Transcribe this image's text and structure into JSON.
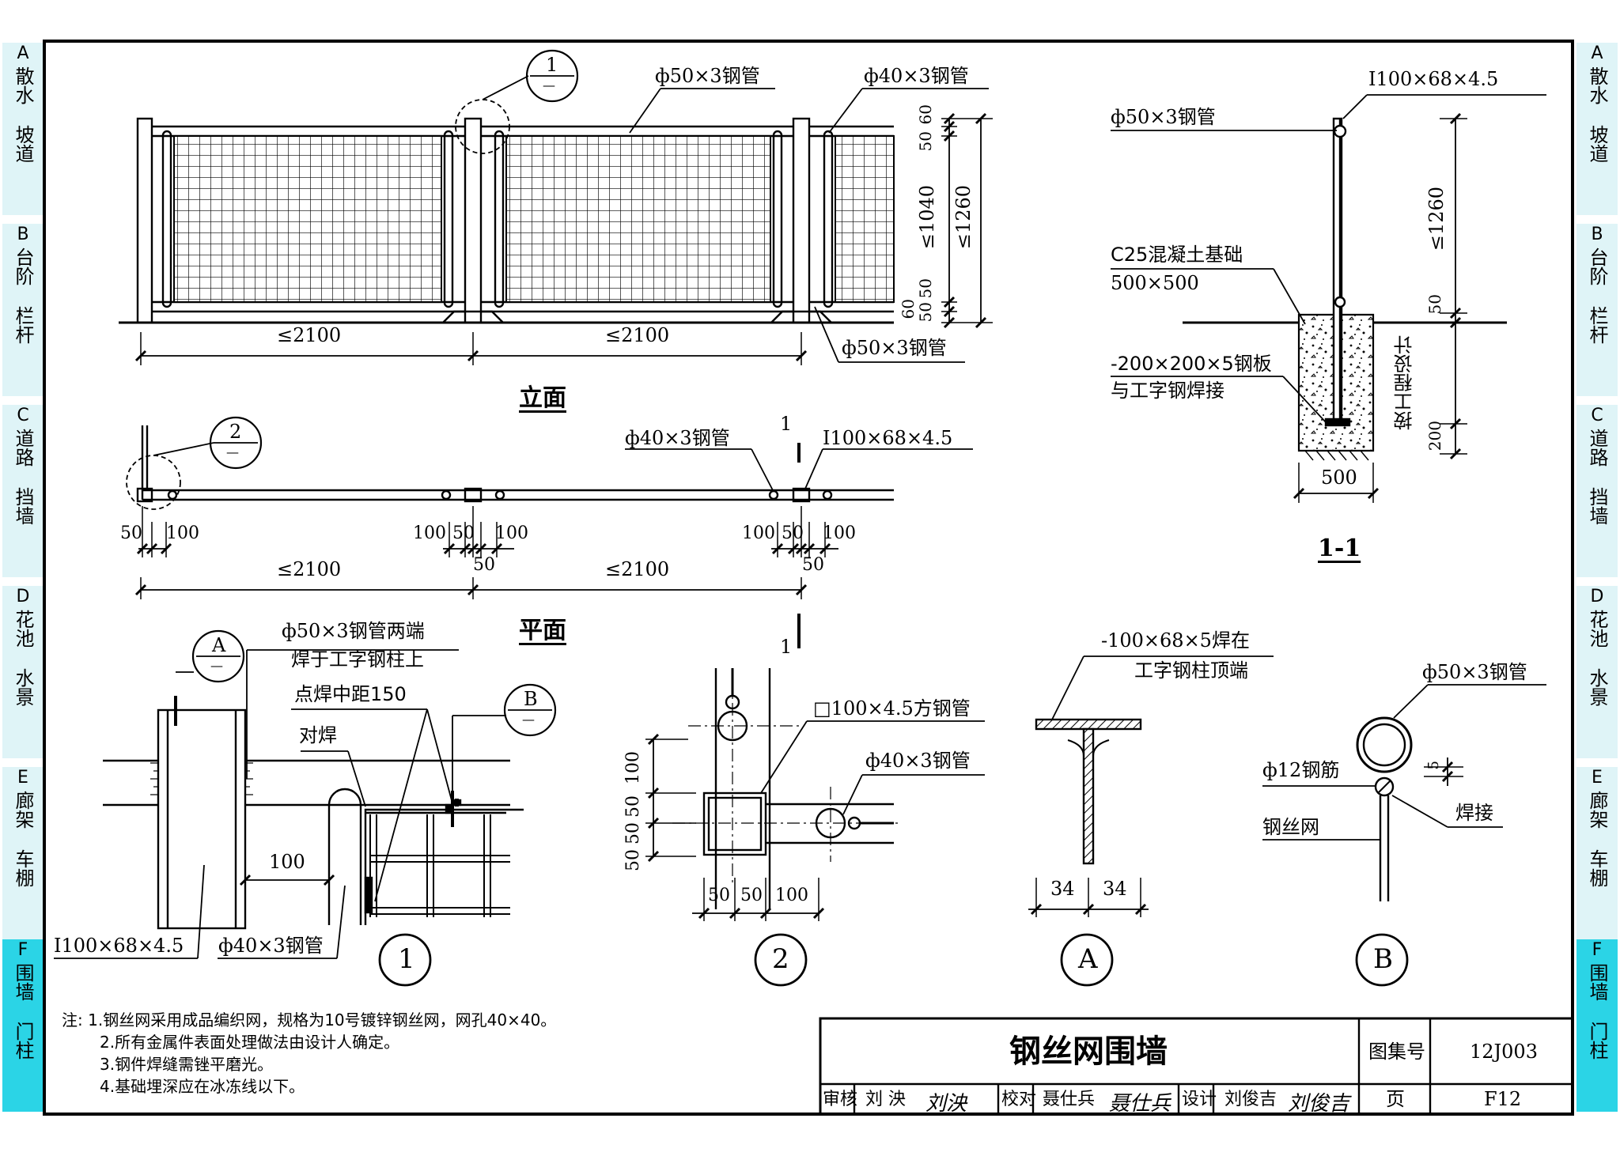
{
  "side_tabs": [
    {
      "letter": "A",
      "line1": "散水",
      "line2": "坡道"
    },
    {
      "letter": "B",
      "line1": "台阶",
      "line2": "栏杆"
    },
    {
      "letter": "C",
      "line1": "道路",
      "line2": "挡墙"
    },
    {
      "letter": "D",
      "line1": "花池",
      "line2": "水景"
    },
    {
      "letter": "E",
      "line1": "廊架",
      "line2": "车棚"
    },
    {
      "letter": "F",
      "line1": "围墙",
      "line2": "门柱",
      "active": true
    }
  ],
  "colors": {
    "tab_bg": "#dff4f7",
    "tab_active": "#2bd4e6",
    "hatch": "#000000"
  },
  "elevation": {
    "title": "立面",
    "pipe_top": "ф50×3钢管",
    "pipe_right": "ф40×3钢管",
    "pipe_bottom": "ф50×3钢管",
    "span1": "≤2100",
    "span2": "≤2100",
    "d60": "60",
    "d50a": "50",
    "d1040": "≤1040",
    "d1260": "≤1260",
    "d50b": "50",
    "d50c": "50",
    "d60b": "60",
    "callout_num": "1",
    "callout_sub": "—"
  },
  "plan": {
    "title": "平面",
    "pipe": "ф40×3钢管",
    "ibeam": "I100×68×4.5",
    "cut_mark": "1",
    "callout_num": "2",
    "callout_sub": "—",
    "d50": "50",
    "d100": "100",
    "d100b": "100",
    "d50b": "50",
    "d100c": "100",
    "d50c": "50",
    "d100d": "100",
    "d50d": "50",
    "d100e": "100",
    "d50e": "50",
    "span1": "≤2100",
    "span2": "≤2100"
  },
  "section": {
    "title": "1-1",
    "ibeam": "I100×68×4.5",
    "pipe": "ф50×3钢管",
    "found1": "C25混凝土基础",
    "found2": "500×500",
    "plate1": "-200×200×5钢板",
    "plate2": "与工字钢焊接",
    "d1260": "≤1260",
    "d50": "50",
    "depth": "按工程设计",
    "d200": "200",
    "w500": "500"
  },
  "detail1": {
    "label": "1",
    "note1": "ф50×3钢管两端",
    "note2": "焊于工字钢柱上",
    "note3": "点焊中距150",
    "note4": "对焊",
    "ibeam": "I100×68×4.5",
    "pipe": "ф40×3钢管",
    "d100": "100",
    "callA_num": "A",
    "callA_sub": "—",
    "callB_num": "B",
    "callB_sub": "—"
  },
  "detail2": {
    "label": "2",
    "square": "□100×4.5方钢管",
    "pipe": "ф40×3钢管",
    "v100": "100",
    "v50a": "50",
    "v50b": "50",
    "v50c": "50",
    "h50a": "50",
    "h50b": "50",
    "h100": "100"
  },
  "detailA": {
    "label": "A",
    "note1": "-100×68×5焊在",
    "note2": "工字钢柱顶端",
    "d34a": "34",
    "d34b": "34"
  },
  "detailB": {
    "label": "B",
    "pipe": "ф50×3钢管",
    "rebar": "ф12钢筋",
    "weld": "焊接",
    "mesh": "钢丝网",
    "d5": "5"
  },
  "notes": {
    "prefix": "注:",
    "n1": "1.钢丝网采用成品编织网，规格为10号镀锌钢丝网，网孔40×40。",
    "n2": "2.所有金属件表面处理做法由设计人确定。",
    "n3": "3.钢件焊缝需锉平磨光。",
    "n4": "4.基础埋深应在冰冻线以下。"
  },
  "title_block": {
    "title": "钢丝网围墙",
    "atlas_label": "图集号",
    "atlas_no": "12J003",
    "page_label": "页",
    "page_no": "F12",
    "review_label": "审核",
    "reviewer": "刘 泱",
    "reviewer_sig": "刘泱",
    "check_label": "校对",
    "checker": "聂仕兵",
    "checker_sig": "聂仕兵",
    "design_label": "设计",
    "designer": "刘俊吉",
    "designer_sig": "刘俊吉"
  }
}
